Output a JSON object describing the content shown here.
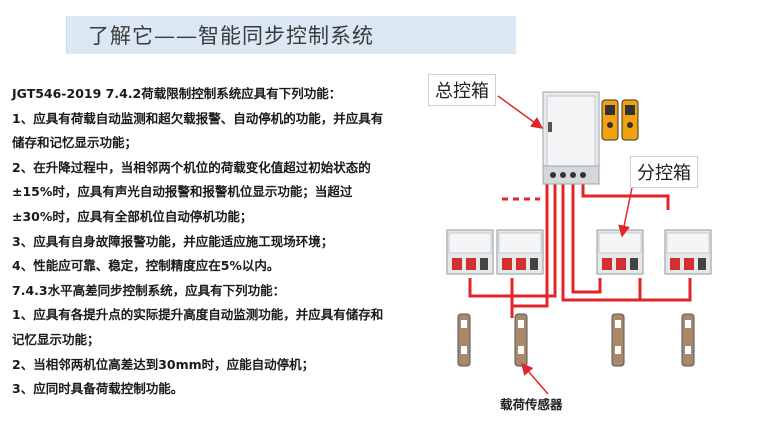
{
  "title": "了解它——智能同步控制系统",
  "body_lines": [
    "JGT546-2019 7.4.2荷载限制控制系统应具有下列功能：",
    "1、应具有荷载自动监测和超欠载报警、自动停机的功能，并应具有",
    "储存和记忆显示功能；",
    "2、在升降过程中，当相邻两个机位的荷载变化值超过初始状态的",
    "±15%时，应具有声光自动报警和报警机位显示功能；当超过",
    "±30%时，应具有全部机位自动停机功能；",
    "3、应具有自身故障报警功能，并应能适应施工现场环境；",
    "4、性能应可靠、稳定，控制精度应在5%以内。",
    "7.4.3水平高差同步控制系统，应具有下列功能：",
    "1、应具有各提升点的实际提升高度自动监测功能，并应具有储存和",
    "记忆显示功能；",
    "2、当相邻两机位高差达到30mm时，应能自动停机；",
    "3、应同时具备荷载控制功能。"
  ],
  "diagram": {
    "main_box_label": "总控箱",
    "sub_box_label": "分控箱",
    "sensor_label": "载荷传感器"
  },
  "colors": {
    "title_bg": "#dbe8f4",
    "wire": "#e0262a",
    "arrow": "#e0262a"
  }
}
